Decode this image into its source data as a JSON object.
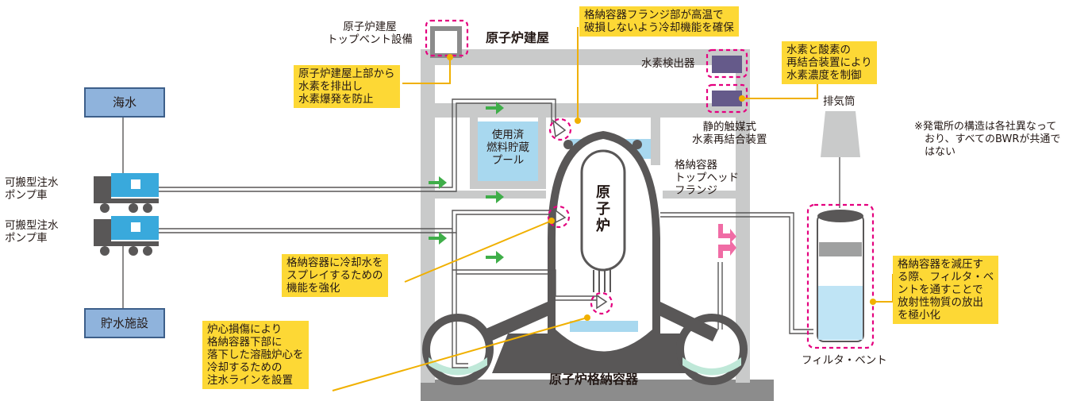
{
  "labels": {
    "building_top_vent": "原子炉建屋\nトップベント設備",
    "reactor_building": "原子炉建屋",
    "hydrogen_detector": "水素検出器",
    "spent_fuel_pool": "使用済\n燃料貯蔵\nプール",
    "reactor": "原子炉",
    "containment_top_head": "格納容器\nトップヘッド\nフランジ",
    "catalytic_recombiner": "静的触媒式\n水素再結合装置",
    "exhaust_stack": "排気筒",
    "filter_vent": "フィルタ・ベント",
    "containment_vessel": "原子炉格納容器",
    "seawater": "海水",
    "water_storage": "貯水施設",
    "pump_truck_1": "可搬型注水\nポンプ車",
    "pump_truck_2": "可搬型注水\nポンプ車",
    "note": "※発電所の構造は各社異なって\n　おり、すべてのBWRが共通で\n　はない"
  },
  "callouts": {
    "top_vent": "原子炉建屋上部から\n水素を排出し\n水素爆発を防止",
    "flange": "格納容器フランジ部が高温で\n破損しないよう冷却機能を確保",
    "recombiner": "水素と酸素の\n再結合装置により\n水素濃度を制御",
    "spray": "格納容器に冷却水を\nスプレイするための\n機能を強化",
    "core_damage": "炉心損傷により\n格納容器下部に\n落下した溶融炉心を\n冷却するための\n注水ラインを設置",
    "filter": "格納容器を減圧す\nる際、フィルタ・ベ\nントを通すことで\n放射性物質の放出\nを極小化"
  },
  "colors": {
    "building": "#c9caca",
    "containment": "#595757",
    "callout": "#fdd835",
    "highlight": "#e4007f",
    "arrow": "#3fae49",
    "water": "#a8d8ef",
    "truck": "#39a9dc"
  }
}
